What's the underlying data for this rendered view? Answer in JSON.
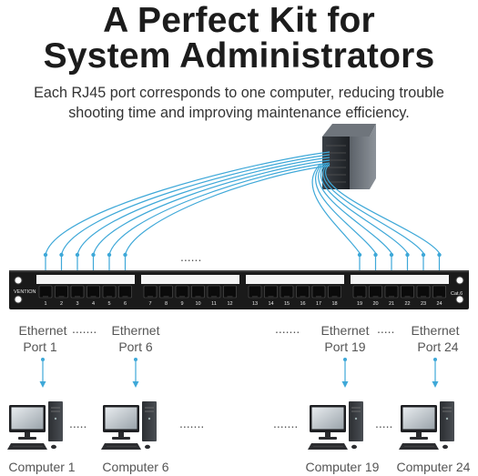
{
  "headline": {
    "line1": "A Perfect Kit for",
    "line2": "System Administrators"
  },
  "subheading": {
    "line1": "Each RJ45 port corresponds to one computer, reducing trouble",
    "line2": "shooting time and improving maintenance efficiency."
  },
  "patch_panel": {
    "brand": "VENTION",
    "cable_label": "Cat.6",
    "port_numbers": [
      "1",
      "2",
      "3",
      "4",
      "5",
      "6",
      "7",
      "8",
      "9",
      "10",
      "11",
      "12",
      "13",
      "14",
      "15",
      "16",
      "17",
      "18",
      "19",
      "20",
      "21",
      "22",
      "23",
      "24"
    ]
  },
  "port_labels": [
    {
      "line1": "Ethernet",
      "line2": "Port 1"
    },
    {
      "line1": "Ethernet",
      "line2": "Port 6"
    },
    {
      "line1": "Ethernet",
      "line2": "Port 19"
    },
    {
      "line1": "Ethernet",
      "line2": "Port 24"
    }
  ],
  "computers": [
    "Computer 1",
    "Computer 6",
    "Computer 19",
    "Computer 24"
  ],
  "colors": {
    "cable": "#3ea8d8",
    "arrow": "#3ea8d8",
    "panel": "#1a1a1a",
    "text_muted": "#555555",
    "headline": "#1c1c1c"
  }
}
